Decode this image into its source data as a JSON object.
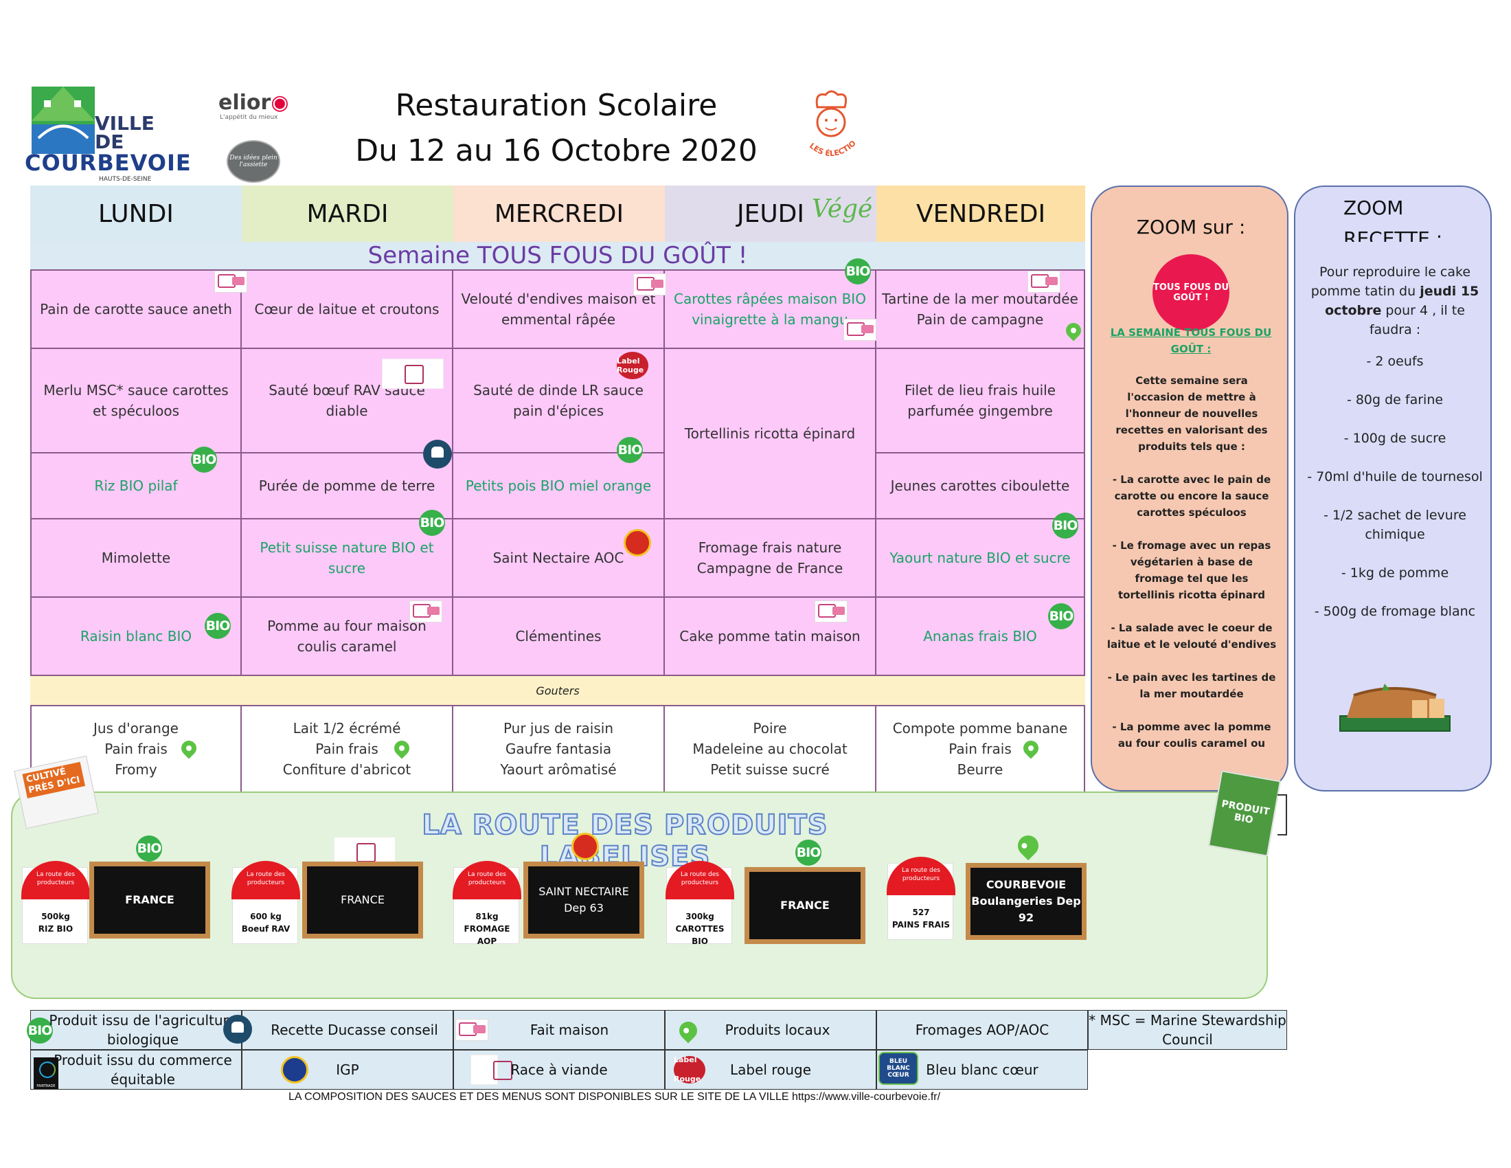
{
  "header": {
    "title": "Restauration Scolaire",
    "dates": "Du  12 au 16 Octobre 2020",
    "logo_city_line1": "VILLE",
    "logo_city_line2": "DE",
    "logo_city_name": "COURBEVOIE",
    "logo_city_region": "HAUTS-DE-SEINE",
    "logo_elior": "elior",
    "logo_elior_tagline": "L'appétit du mieux",
    "logo_disc": "Des idées plein l'assiette",
    "logo_chef": "LES ÉLECTIONS GOURMANDES"
  },
  "days": [
    "LUNDI",
    "MARDI",
    "MERCREDI",
    "JEUDI",
    "VENDREDI"
  ],
  "day_colors": [
    "#d9eaf3",
    "#e3eec7",
    "#fce0d0",
    "#e0dcec",
    "#fde0a6"
  ],
  "vege_label": "Végé",
  "week_theme": "Semaine TOUS FOUS DU GOÛT !",
  "menu": {
    "row1": [
      "Pain de carotte sauce aneth",
      "Cœur de laitue et croutons",
      "Velouté d'endives maison et emmental râpée",
      "Carottes râpées maison BIO vinaigrette à la mangu",
      "Tartine de la mer moutardée Pain de campagne"
    ],
    "row2": [
      "Merlu MSC* sauce carottes et spéculoos",
      "Sauté bœuf RAV sauce diable",
      "Sauté de dinde LR sauce pain d'épices",
      "Tortellinis ricotta épinard",
      "Filet de lieu frais huile parfumée gingembre"
    ],
    "row3": [
      "Riz BIO pilaf",
      "Purée de pomme de terre",
      "Petits pois BIO miel orange",
      "Jeunes carottes ciboulette"
    ],
    "row4": [
      "Mimolette",
      "Petit suisse nature BIO et sucre",
      "Saint Nectaire AOC",
      "Fromage frais nature Campagne de France",
      "Yaourt nature BIO et sucre"
    ],
    "row5": [
      "Raisin blanc BIO",
      "Pomme au four maison coulis caramel",
      "Clémentines",
      "Cake pomme tatin maison",
      "Ananas frais BIO"
    ]
  },
  "badge_bio": "BIO",
  "badge_label_rouge": "Label Rouge",
  "gouters_label": "Gouters",
  "gouters": [
    [
      "Jus d'orange",
      "Pain frais",
      "Fromy"
    ],
    [
      "Lait 1/2 écrémé",
      "Pain frais",
      "Confiture d'abricot"
    ],
    [
      "Pur jus de raisin",
      "Gaufre fantasia",
      "Yaourt arômatisé"
    ],
    [
      "Poire",
      "Madeleine au chocolat",
      "Petit suisse sucré"
    ],
    [
      "Compote pomme banane",
      "Pain frais",
      "Beurre"
    ]
  ],
  "zoom_sur": {
    "title": "ZOOM sur :",
    "badge": "TOUS FOUS DU GOÛT !",
    "subtitle": "LA SEMAINE TOUS FOUS DU GOÛT :",
    "body": "Cette semaine sera l'occasion de mettre à l'honneur de nouvelles recettes en valorisant des produits tels que :\n\n- La carotte avec le pain de carotte ou encore la sauce carottes spéculoos\n\n- Le fromage avec un repas végétarien à base de fromage tel que les tortellinis ricotta épinard\n\n- La salade avec le coeur de laitue et le velouté d'endives\n\n- Le pain avec les tartines de la mer moutardée\n\n- La pomme avec la pomme au four coulis caramel ou"
  },
  "zoom_recette": {
    "title": "ZOOM",
    "title2": "RECETTE :",
    "intro_pre": "Pour reproduire le cake pomme tatin du ",
    "intro_bold": "jeudi 15 octobre",
    "intro_post": " pour 4 , il te faudra :",
    "ingredients": [
      "-  2 oeufs",
      "-  80g de farine",
      "- 100g de sucre",
      "- 70ml d'huile de tournesol",
      "- 1/2 sachet de levure chimique",
      "-   1kg de pomme",
      "- 500g de fromage blanc"
    ]
  },
  "route": {
    "title": "LA ROUTE DES PRODUITS LABELISES",
    "tag_header": "La route des producteurs",
    "badge_cultive": "CULTIVÉ PRÈS D'ICI",
    "badge_produit_bio": "PRODUIT BIO",
    "items": [
      {
        "qty": "500kg",
        "product": "RIZ BIO",
        "board": "FRANCE"
      },
      {
        "qty": "600 kg",
        "product": "Boeuf RAV",
        "board": "FRANCE"
      },
      {
        "qty": "81kg",
        "product": "FROMAGE AOP",
        "board": "SAINT NECTAIRE Dep 63"
      },
      {
        "qty": "300kg",
        "product": "CAROTTES BIO",
        "board": "FRANCE"
      },
      {
        "qty": "527",
        "product": "PAINS FRAIS",
        "board": "COURBEVOIE Boulangeries Dep 92"
      }
    ]
  },
  "legend": {
    "bio": "Produit issu de l'agriculture biologique",
    "ducasse": "Recette Ducasse conseil",
    "fait_maison": "Fait maison",
    "locaux": "Produits locaux",
    "aop": "Fromages AOP/AOC",
    "msc": "* MSC = Marine Stewardship Council",
    "equitable": "Produit issu du commerce équitable",
    "igp": "IGP",
    "race": "Race à viande",
    "label_rouge": "Label rouge",
    "bbc": "Bleu blanc cœur",
    "bbc_badge": "BLEU BLANC CŒUR",
    "fairtrade_badge": "FAIRTRADE"
  },
  "footer": "LA COMPOSITION DES SAUCES ET DES MENUS SONT DISPONIBLES SUR LE SITE DE LA VILLE https://www.ville-courbevoie.fr/"
}
